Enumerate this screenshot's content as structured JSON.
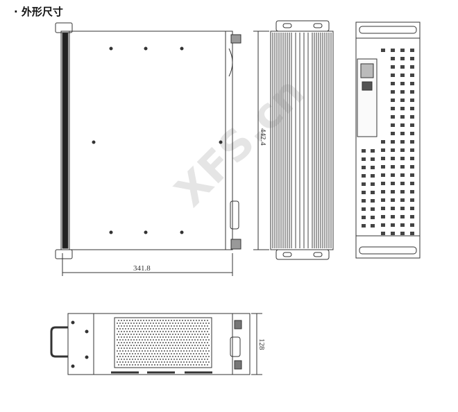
{
  "title": "· 外形尺寸",
  "dimensions": {
    "width": "341.8",
    "depth": "442.4",
    "height": "128"
  },
  "watermark": "XFS.cn",
  "colors": {
    "line": "#333333",
    "fin": "#777777"
  }
}
